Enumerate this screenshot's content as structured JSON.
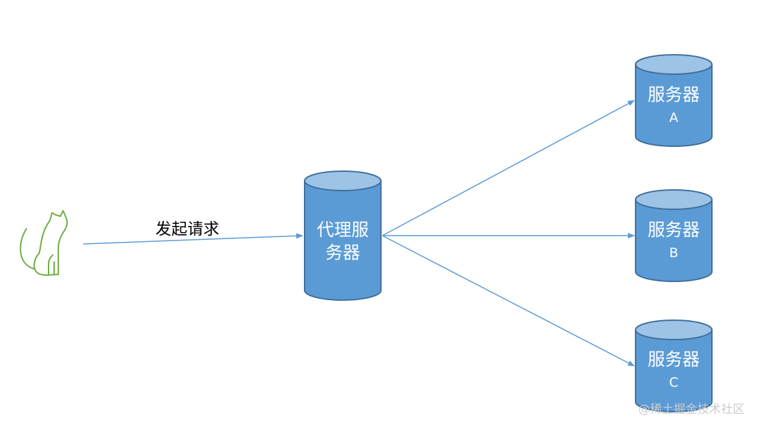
{
  "diagram": {
    "request_label": "发起请求",
    "proxy": {
      "line1": "代理服",
      "line2": "务器"
    },
    "servers": [
      {
        "name": "服务器",
        "letter": "A"
      },
      {
        "name": "服务器",
        "letter": "B"
      },
      {
        "name": "服务器",
        "letter": "C"
      }
    ],
    "client_icon": "cat-icon"
  },
  "watermark": "@稀土掘金技术社区",
  "colors": {
    "cylinder_body": "#5b9bd5",
    "cylinder_top": "#9dc3e6",
    "cylinder_stroke": "#41719c",
    "arrow": "#5b9bd5",
    "cat_outline": "#70ad47"
  }
}
